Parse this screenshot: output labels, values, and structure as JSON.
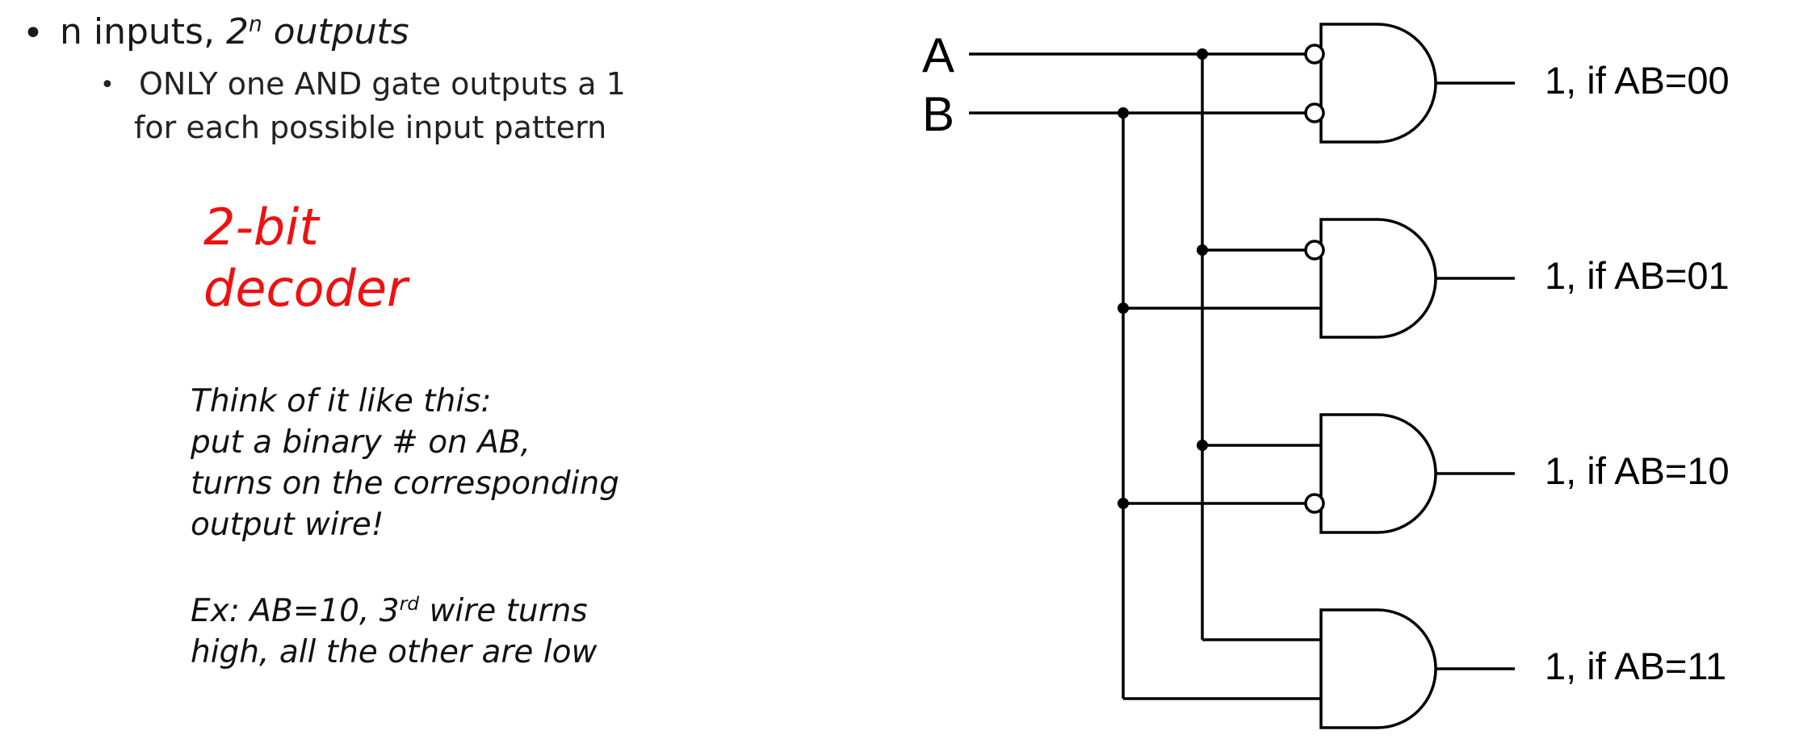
{
  "bullets": {
    "main_prefix": "n inputs, ",
    "main_base": "2",
    "main_exp": "n",
    "main_suffix": " outputs",
    "sub_line1": "ONLY one AND gate outputs a 1",
    "sub_line2": "for each possible input pattern",
    "bullet_char": "•"
  },
  "title": {
    "line1": "2-bit",
    "line2": "decoder",
    "color": "#ee1111"
  },
  "note": {
    "line1": "Think of it like this:",
    "line2": "put a binary # on AB,",
    "line3": "turns on the corresponding",
    "line4": "output wire!",
    "ex_prefix": "Ex: AB=10, 3",
    "ex_sup": "rd",
    "ex_suffix": " wire turns",
    "ex_line2": "high, all the other are low"
  },
  "circuit": {
    "input_a": "A",
    "input_b": "B",
    "outputs": [
      "1, if AB=00",
      "1, if AB=01",
      "1, if AB=10",
      "1, if AB=11"
    ],
    "gates": [
      {
        "a_inverted": true,
        "b_inverted": true
      },
      {
        "a_inverted": true,
        "b_inverted": false
      },
      {
        "a_inverted": false,
        "b_inverted": true
      },
      {
        "a_inverted": false,
        "b_inverted": false
      }
    ]
  }
}
